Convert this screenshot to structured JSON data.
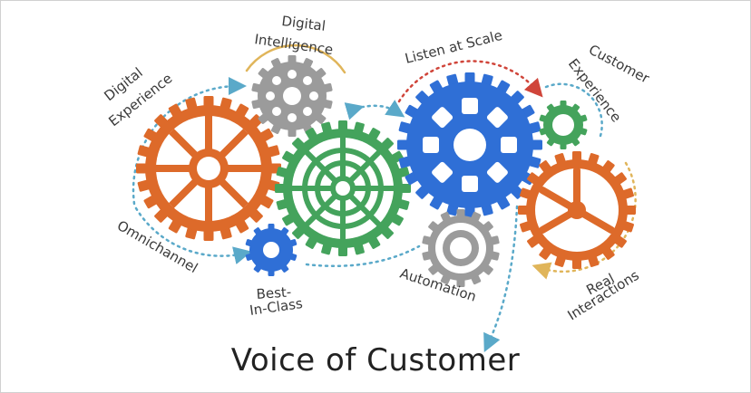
{
  "title": "Voice of Customer",
  "labels": {
    "digital_experience": "Digital Experience",
    "digital_experience_line1": "Digital",
    "digital_experience_line2": "Experience",
    "digital_intelligence_line1": "Digital",
    "digital_intelligence_line2": "Intelligence",
    "listen_at_scale": "Listen at Scale",
    "customer_experience_line1": "Customer",
    "customer_experience_line2": "Experience",
    "omnichannel": "Omnichannel",
    "best_in_class_line1": "Best-",
    "best_in_class_line2": "In-Class",
    "automation": "Automation",
    "real_interactions_line1": "Real",
    "real_interactions_line2": "Interactions"
  },
  "colors": {
    "orange": "#dd6a2a",
    "gray": "#9b9b9b",
    "green": "#44a35c",
    "blue": "#2f6fd6",
    "red_arrow": "#d0453a",
    "gold_arc": "#e0b55a",
    "teal_dots": "#5aa9c9"
  },
  "gears": [
    {
      "name": "orange-spoke-gear",
      "color": "orange"
    },
    {
      "name": "gray-hole-gear",
      "color": "gray"
    },
    {
      "name": "green-web-gear",
      "color": "green"
    },
    {
      "name": "small-blue-gear",
      "color": "blue"
    },
    {
      "name": "large-blue-gear",
      "color": "blue"
    },
    {
      "name": "small-green-gear",
      "color": "green"
    },
    {
      "name": "gray-ring-gear",
      "color": "gray"
    },
    {
      "name": "orange-wheel-gear",
      "color": "orange"
    }
  ]
}
